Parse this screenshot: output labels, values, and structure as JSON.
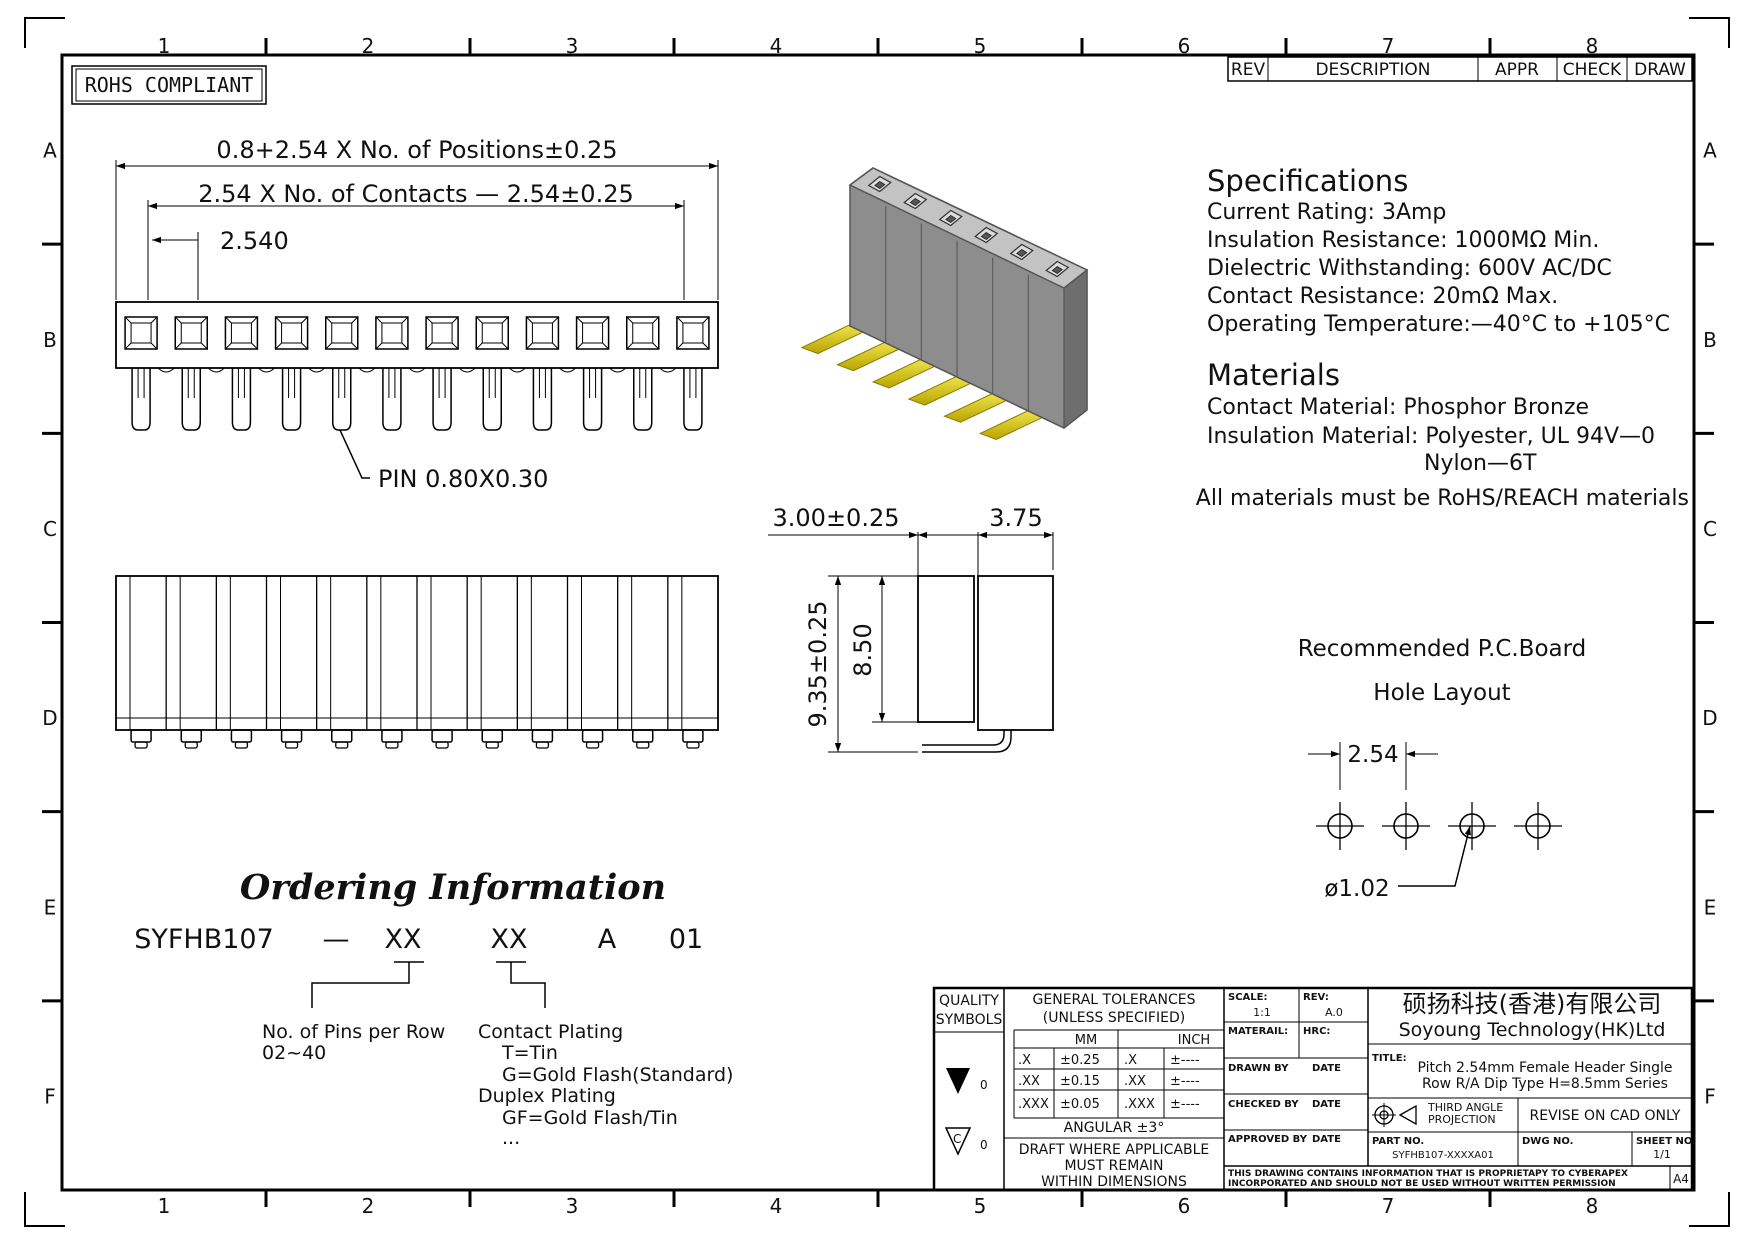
{
  "zone_columns": [
    "1",
    "2",
    "3",
    "4",
    "5",
    "6",
    "7",
    "8"
  ],
  "zone_rows": [
    "A",
    "B",
    "C",
    "D",
    "E",
    "F"
  ],
  "rohs_badge": "ROHS COMPLIANT",
  "revision_header": {
    "rev": "REV",
    "description": "DESCRIPTION",
    "appr": "APPR",
    "check": "CHECK",
    "draw": "DRAW"
  },
  "top_view": {
    "overall_dim": "0.8+2.54 X No. of Positions±0.25",
    "contacts_dim": "2.54 X No. of Contacts — 2.54±0.25",
    "pitch_dim": "2.540",
    "pin_callout": "PIN 0.80X0.30",
    "positions_drawn": 12
  },
  "side_view": {
    "dim_left": "3.00±0.25",
    "dim_right": "3.75",
    "height_total": "9.35±0.25",
    "height_body": "8.50"
  },
  "specifications": {
    "heading": "Specifications",
    "lines": [
      "Current Rating:   3Amp",
      "Insulation Resistance: 1000MΩ Min.",
      "Dielectric Withstanding:   600V AC/DC",
      "Contact Resistance:   20mΩ Max.",
      "Operating Temperature:—40°C to +105°C"
    ]
  },
  "materials": {
    "heading": "Materials",
    "lines": [
      "Contact Material: Phosphor Bronze",
      "Insulation Material: Polyester, UL 94V—0",
      "Nylon—6T",
      "All materials must be RoHS/REACH materials"
    ]
  },
  "pcb_layout": {
    "title_line1": "Recommended P.C.Board",
    "title_line2": "Hole Layout",
    "pitch": "2.54",
    "hole_diameter": "ø1.02",
    "holes_drawn": 4
  },
  "ordering": {
    "heading": "Ordering Information",
    "part_code": [
      "SYFHB107",
      "—",
      "XX",
      "XX",
      "A",
      "01"
    ],
    "notes": [
      "No. of Pins per Row",
      "02~40",
      "Contact Plating",
      "T=Tin",
      "G=Gold Flash(Standard)",
      "Duplex Plating",
      "GF=Gold Flash/Tin",
      "..."
    ]
  },
  "title_block": {
    "quality": "QUALITY",
    "symbols": "SYMBOLS",
    "gen_tol_1": "GENERAL TOLERANCES",
    "gen_tol_2": "(UNLESS SPECIFIED)",
    "mm": "MM",
    "inch": "INCH",
    "tol_rows": [
      {
        "p": ".X",
        "mm": "±0.25",
        "ip": ".X",
        "inch": "±----"
      },
      {
        "p": ".XX",
        "mm": "±0.15",
        "ip": ".XX",
        "inch": "±----"
      },
      {
        "p": ".XXX",
        "mm": "±0.05",
        "ip": ".XXX",
        "inch": "±----"
      }
    ],
    "angular": "ANGULAR ±3°",
    "draft_1": "DRAFT WHERE APPLICABLE",
    "draft_2": "MUST REMAIN",
    "draft_3": "WITHIN DIMENSIONS",
    "sym_sub": "0",
    "sym_letter": "C",
    "scale_label": "SCALE:",
    "scale": "1:1",
    "rev_label": "REV:",
    "rev": "A.0",
    "material_label": "MATERAIL:",
    "hrc_label": "HRC:",
    "drawn_by": "DRAWN BY",
    "checked_by": "CHECKED BY",
    "approved_by": "APPROVED BY",
    "date": "DATE",
    "company_cn": "硕扬科技(香港)有限公司",
    "company_en": "Soyoung Technology(HK)Ltd",
    "title_label": "TITLE:",
    "title_1": "Pitch 2.54mm Female Header Single",
    "title_2": "Row R/A Dip Type H=8.5mm Series",
    "third_angle_1": "THIRD ANGLE",
    "third_angle_2": "PROJECTION",
    "revise": "REVISE ON CAD ONLY",
    "part_no_label": "PART NO.",
    "part_no": "SYFHB107-XXXXA01",
    "dwg_no_label": "DWG NO.",
    "sheet_no_label": "SHEET NO.",
    "sheet_no": "1/1",
    "proprietary_1": "THIS DRAWING CONTAINS INFORMATION THAT IS PROPRIETAPY TO CYBERAPEX",
    "proprietary_2": "INCORPORATED AND SHOULD NOT BE USED WITHOUT WRITTEN PERMISSION",
    "sheet_size": "A4"
  }
}
